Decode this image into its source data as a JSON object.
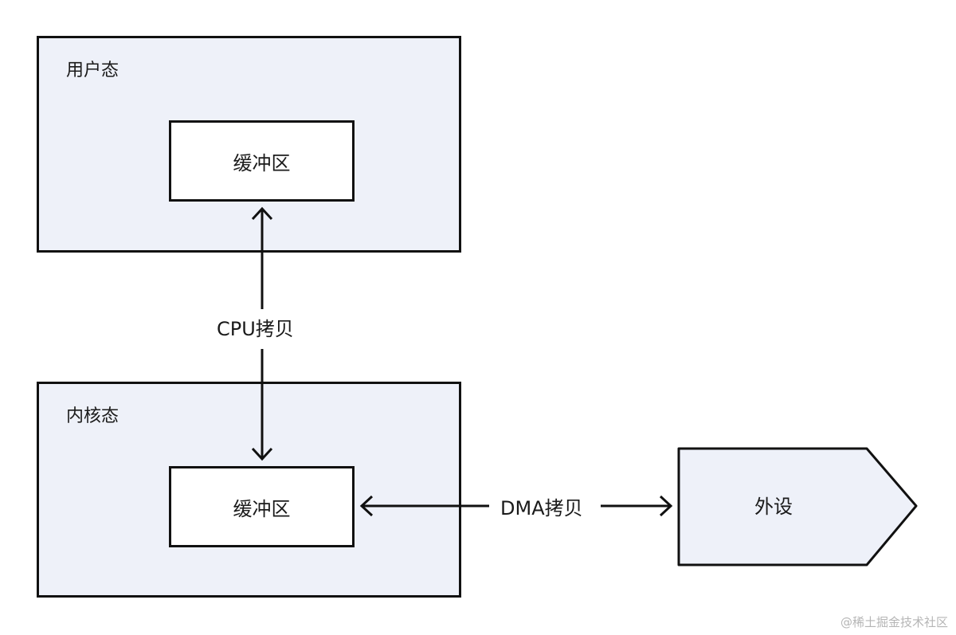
{
  "user_space": {
    "title": "用户态",
    "buffer_label": "缓冲区"
  },
  "kernel_space": {
    "title": "内核态",
    "buffer_label": "缓冲区"
  },
  "device": {
    "label": "外设"
  },
  "edges": {
    "cpu_copy": "CPU拷贝",
    "dma_copy": "DMA拷贝"
  },
  "watermark": "@稀土掘金技术社区",
  "colors": {
    "region_fill": "#eef1f9",
    "stroke": "#111111",
    "buffer_fill": "#ffffff"
  }
}
